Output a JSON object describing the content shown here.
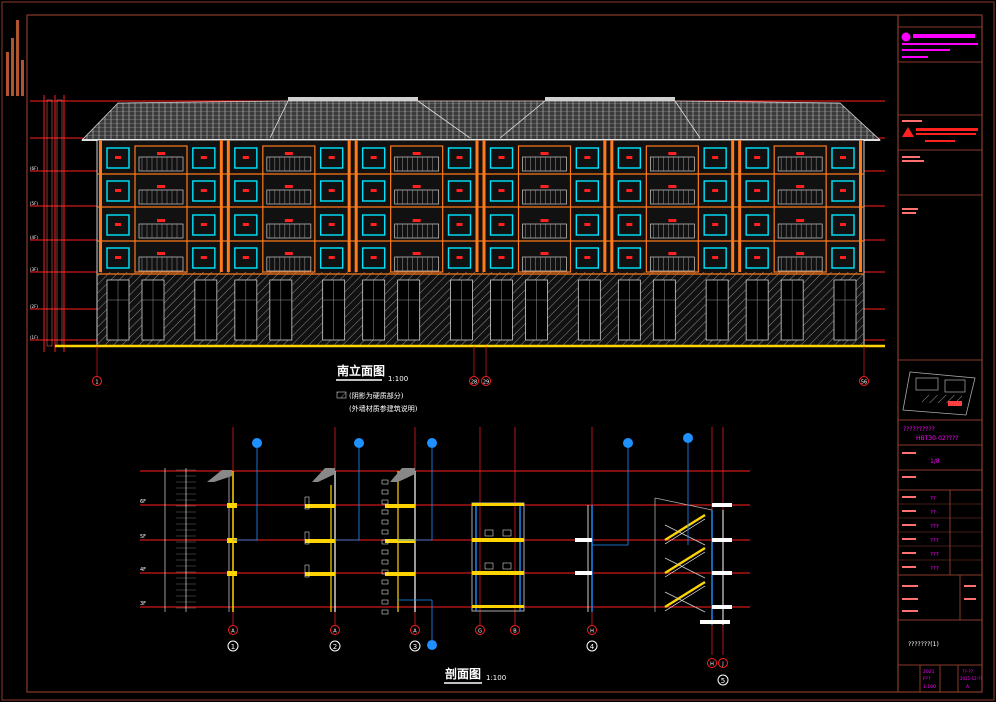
{
  "elevation": {
    "title": "南立面图",
    "scale": "1:100",
    "legend_note_1": "(阴影为硬质部分)",
    "legend_note_2": "(外墙材质参建筑说明)",
    "axis_labels": [
      "1",
      "28",
      "29",
      "56"
    ],
    "floor_tags": [
      "(6F)",
      "(5F)",
      "(4F)",
      "(3F)",
      "(2F)",
      "(1F)"
    ]
  },
  "sections": {
    "title": "剖面图",
    "scale": "1:100",
    "floor_labels": [
      "6F",
      "5F",
      "4F",
      "3F"
    ],
    "bottom_axes": [
      "A",
      "A",
      "A",
      "G",
      "B",
      "H",
      "H",
      "J"
    ],
    "section_numbers": [
      "1",
      "2",
      "3",
      "4",
      "5"
    ]
  },
  "title_block": {
    "project_code": "HBT30-02????",
    "drawing_title_short": "1/8",
    "sheet_code": "??????????",
    "drawing_no": "???????(1)",
    "rows": [
      "??",
      "??",
      "???",
      "???",
      "???",
      "???"
    ],
    "footer_left": [
      "2021",
      "P??",
      "1:100"
    ],
    "footer_right": [
      "??-??",
      "2021-12-??",
      "A"
    ]
  },
  "colors": {
    "background": "#000000",
    "frame": "#8a3a2a",
    "roof": "#c8c8c8",
    "wall": "#ff7a1a",
    "window": "#00e5ff",
    "accent_red": "#ff2020",
    "ground": "#ffd400",
    "magenta": "#ff00ff",
    "axis_blue": "#1e90ff",
    "hatch": "#9a9a9a"
  }
}
